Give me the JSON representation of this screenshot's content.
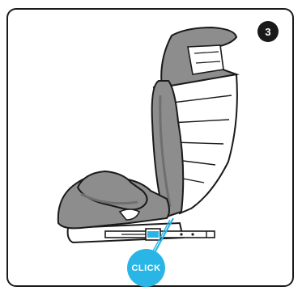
{
  "step_number": "3",
  "click_label": "CLICK",
  "colors": {
    "outline": "#1a1a1a",
    "seat_fill": "#8d8d8d",
    "seat_shade": "#6f6f6f",
    "back_shell": "#ffffff",
    "accent": "#29b6e6"
  },
  "icons": [
    "car-seat-illustration",
    "isofix-connector-icon",
    "click-indicator-icon"
  ]
}
